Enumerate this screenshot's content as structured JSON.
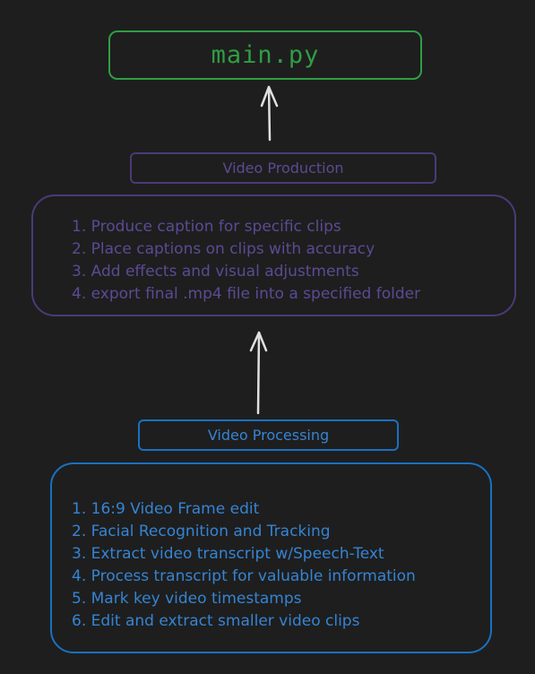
{
  "main": {
    "label": "main.py",
    "color": "#2f9e44"
  },
  "video_production": {
    "title": "Video Production",
    "color": "#5c4a94",
    "items": [
      "1. Produce caption for specific clips",
      "2. Place captions on clips with accuracy",
      "3. Add effects and visual adjustments",
      "4. export final .mp4 file into a specified folder"
    ]
  },
  "video_processing": {
    "title": "Video Processing",
    "color": "#3584d4",
    "items": [
      "1. 16:9 Video Frame edit",
      "2. Facial Recognition and Tracking",
      "3. Extract video transcript w/Speech-Text",
      "4. Process transcript for valuable information",
      "5. Mark key video timestamps",
      "6. Edit and extract smaller video clips"
    ]
  },
  "arrows": {
    "color": "#e0e0e0"
  },
  "background": "#1e1e1e"
}
